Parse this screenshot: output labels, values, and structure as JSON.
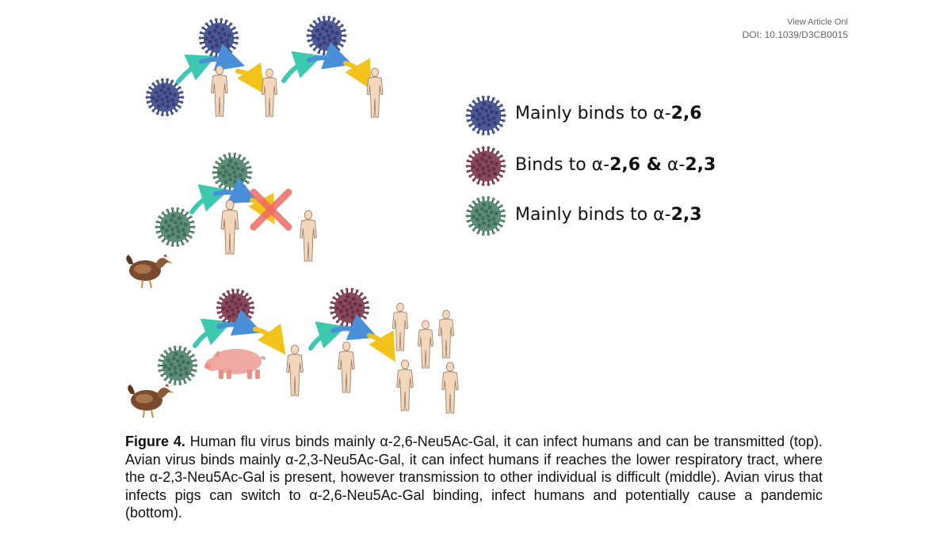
{
  "header": {
    "view_article": "View Article Onl",
    "doi": "DOI: 10.1039/D3CB0015"
  },
  "legend": [
    {
      "color_key": "blue",
      "colors": [
        "#4d5a96",
        "#2b3366"
      ],
      "text_pre": "Mainly binds to α-",
      "text_bold": "2,6",
      "text_mid": "",
      "text_bold2": "",
      "text_post": ""
    },
    {
      "color_key": "red",
      "colors": [
        "#8a4a5e",
        "#5b2738"
      ],
      "text_pre": "Binds to α-",
      "text_bold": "2,6 &",
      "text_mid": " α-",
      "text_bold2": "2,3",
      "text_post": ""
    },
    {
      "color_key": "green",
      "colors": [
        "#5d8f78",
        "#36604d"
      ],
      "text_pre": "Mainly binds to α-",
      "text_bold": "2,3",
      "text_mid": "",
      "text_bold2": "",
      "text_post": ""
    }
  ],
  "caption": {
    "label": "Figure 4.",
    "text": " Human flu virus binds mainly α-2,6-Neu5Ac-Gal, it can infect humans and can be transmitted (top). Avian virus binds mainly α-2,3-Neu5Ac-Gal, it can infect humans if reaches the lower respiratory tract, where the α-2,3-Neu5Ac-Gal is present, however transmission to other individual is difficult (middle). Avian virus that infects pigs can switch to α-2,6-Neu5Ac-Gal binding, infect humans and potentially cause a pandemic (bottom)."
  },
  "colors": {
    "arrow_teal": "#3cc9b0",
    "arrow_blue": "#4a90d9",
    "arrow_yellow": "#f2c31b",
    "cross_red": "#ee6a66",
    "skin": "#f3d7bd",
    "skin_outline": "#9a7a62",
    "pig": "#f0a9a3",
    "chicken": "#7a4a2c"
  },
  "icons": [
    "virus-icon",
    "human-icon",
    "chicken-icon",
    "pig-icon",
    "cross-icon",
    "arrow-icon"
  ]
}
